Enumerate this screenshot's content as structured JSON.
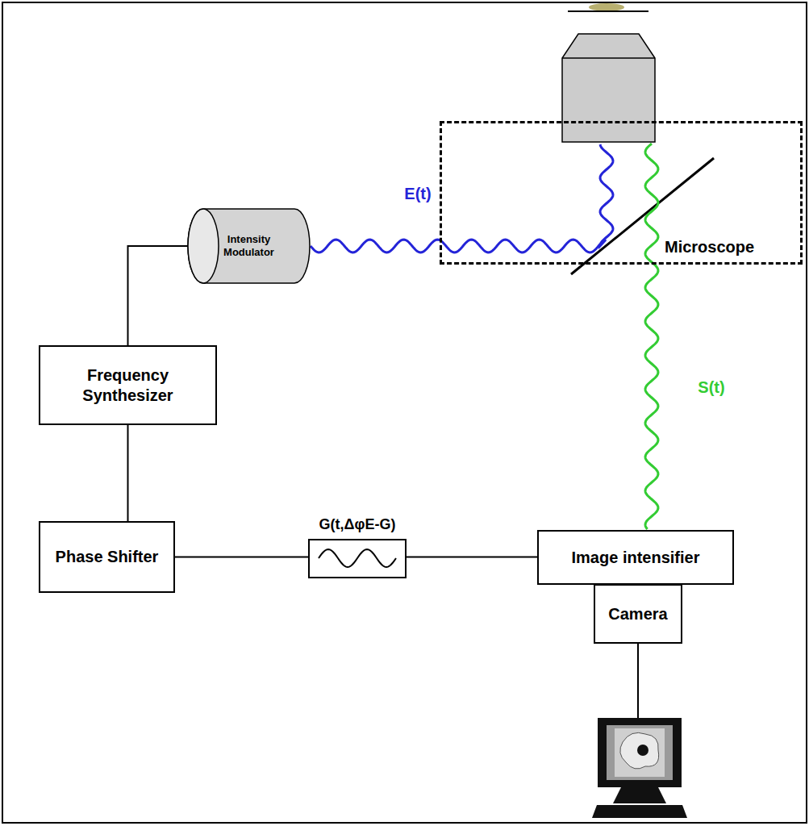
{
  "diagram": {
    "nodes": [
      {
        "text": [
          "Intensity Modulator"
        ]
      },
      {
        "text": [
          "Microscope"
        ]
      },
      {
        "text": [
          "Frequency Synthesizer"
        ]
      },
      {
        "text": [
          "Phase Shifter"
        ]
      },
      {
        "text": [
          "Image intensifier"
        ]
      },
      {
        "text": [
          "Camera"
        ]
      }
    ],
    "edges": [
      {
        "from": 2,
        "to": 0,
        "arrow": "none"
      },
      {
        "from": 2,
        "to": 3,
        "arrow": "none"
      },
      {
        "from": 3,
        "to": 4,
        "label": "G(t,ΔφE-G)",
        "arrow": "none"
      },
      {
        "from": 0,
        "to": 1,
        "label": "E(t)",
        "arrow": "none"
      },
      {
        "from": 1,
        "to": 4,
        "label": "S(t)",
        "arrow": "none"
      }
    ]
  }
}
